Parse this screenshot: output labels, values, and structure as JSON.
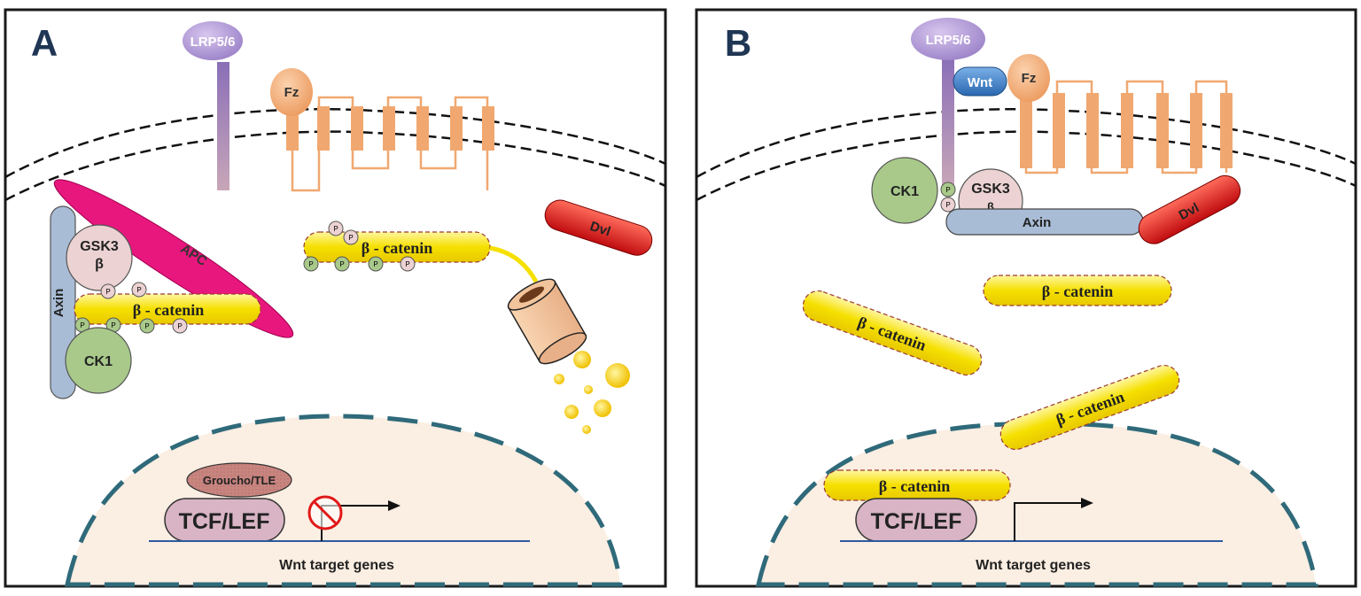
{
  "panel_a": {
    "letter": "A",
    "receptor": "LRP5/6",
    "frizzled": "Fz",
    "apc": "APC",
    "gsk3_line1": "GSK3",
    "gsk3_line2": "β",
    "axin": "Axin",
    "ck1": "CK1",
    "beta_catenin": "β - catenin",
    "beta_catenin_top": "β - catenin",
    "dvl": "Dvl",
    "phospho": "P",
    "groucho": "Groucho/TLE",
    "tcf": "TCF/LEF",
    "genes": "Wnt target genes"
  },
  "panel_b": {
    "letter": "B",
    "receptor": "LRP5/6",
    "wnt": "Wnt",
    "frizzled": "Fz",
    "ck1": "CK1",
    "gsk3_line1": "GSK3",
    "gsk3_line2": "β",
    "axin": "Axin",
    "dvl": "Dvl",
    "phospho": "P",
    "beta_catenin_1": "β - catenin",
    "beta_catenin_2": "β - catenin",
    "beta_catenin_3": "β - catenin",
    "beta_catenin_nuc": "β - catenin",
    "tcf": "TCF/LEF",
    "genes": "Wnt target genes"
  },
  "colors": {
    "frame": "#1a1a1a",
    "lrp": "#b39dd6",
    "fz": "#f0a870",
    "apc": "#e8177d",
    "gsk3": "#ecd2d2",
    "axin": "#a9bcd6",
    "ck1": "#a8c98a",
    "catenin": "#f5e000",
    "dvl": "#d8161a",
    "wnt": "#3a7dc4",
    "nucleus": "#fbeee2",
    "nucleus_border": "#2f6a7a",
    "tcf": "#d8b4c4",
    "groucho": "#c88580"
  }
}
